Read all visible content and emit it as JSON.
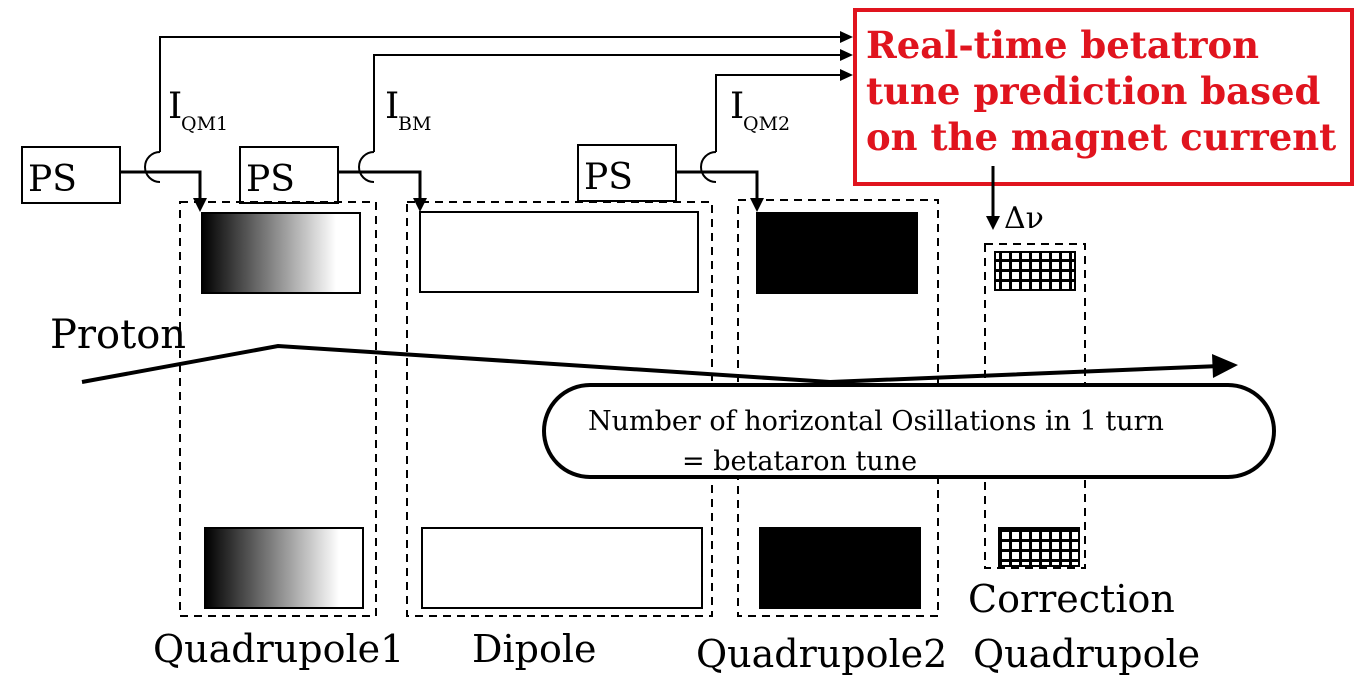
{
  "prediction_box": {
    "lines": [
      "Real-time betatron",
      "tune prediction based",
      "on the magnet current"
    ],
    "color": "#e0141e"
  },
  "power_supplies": [
    {
      "label": "PS"
    },
    {
      "label": "PS"
    },
    {
      "label": "PS"
    }
  ],
  "currents": [
    {
      "main": "I",
      "sub": "QM1"
    },
    {
      "main": "I",
      "sub": "BM"
    },
    {
      "main": "I",
      "sub": "QM2"
    }
  ],
  "delta_nu": "Δν",
  "proton_label": "Proton",
  "oscillation_note": {
    "line1": "Number of horizontal Osillations in 1 turn",
    "line2": "= betataron tune"
  },
  "magnet_labels": {
    "quad1": "Quadrupole1",
    "dipole": "Dipole",
    "quad2": "Quadrupole2",
    "correction_line1": "Correction",
    "correction_line2": "Quadrupole"
  }
}
